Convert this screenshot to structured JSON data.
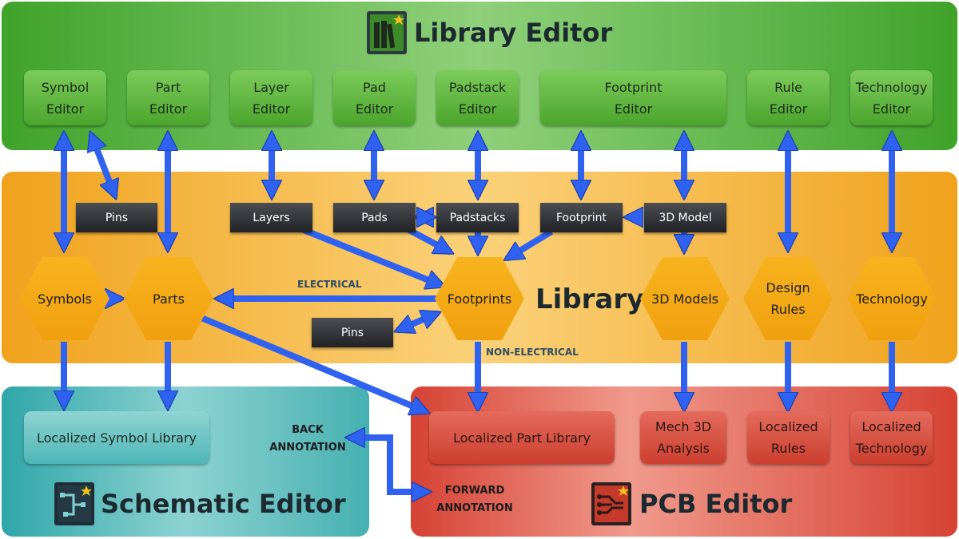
{
  "sections": {
    "library_editor": "Library Editor",
    "library": "Library",
    "schematic_editor": "Schematic Editor",
    "pcb_editor": "PCB Editor"
  },
  "editors": {
    "symbol": "Symbol\nEditor",
    "part": "Part\nEditor",
    "layer": "Layer\nEditor",
    "pad": "Pad\nEditor",
    "padstack": "Padstack\nEditor",
    "footprint": "Footprint\nEditor",
    "rule": "Rule\nEditor",
    "technology": "Technology\nEditor"
  },
  "library_items": {
    "pins_top": "Pins",
    "layers": "Layers",
    "pads": "Pads",
    "padstacks": "Padstacks",
    "footprint": "Footprint",
    "model_3d": "3D Model",
    "pins_bottom": "Pins"
  },
  "library_hexes": {
    "symbols": "Symbols",
    "parts": "Parts",
    "footprints": "Footprints",
    "models_3d": "3D Models",
    "design_rules": "Design\nRules",
    "technology": "Technology"
  },
  "flow_labels": {
    "electrical": "ELECTRICAL",
    "non_electrical": "NON-ELECTRICAL",
    "back_annotation": "BACK\nANNOTATION",
    "forward_annotation": "FORWARD\nANNOTATION"
  },
  "schematic_items": {
    "localized_symbol_library": "Localized Symbol Library"
  },
  "pcb_items": {
    "localized_part_library": "Localized Part Library",
    "mech_3d_analysis": "Mech 3D\nAnalysis",
    "localized_rules": "Localized\nRules",
    "localized_technology": "Localized\nTechnology"
  },
  "colors": {
    "arrow": "#2f62f0",
    "library_editor_green": "#4ba52c",
    "library_orange": "#f0a21c",
    "schematic_teal": "#2fa6a8",
    "pcb_red": "#d64234"
  },
  "icons": [
    "library-editor-icon",
    "schematic-editor-icon",
    "pcb-editor-icon"
  ]
}
